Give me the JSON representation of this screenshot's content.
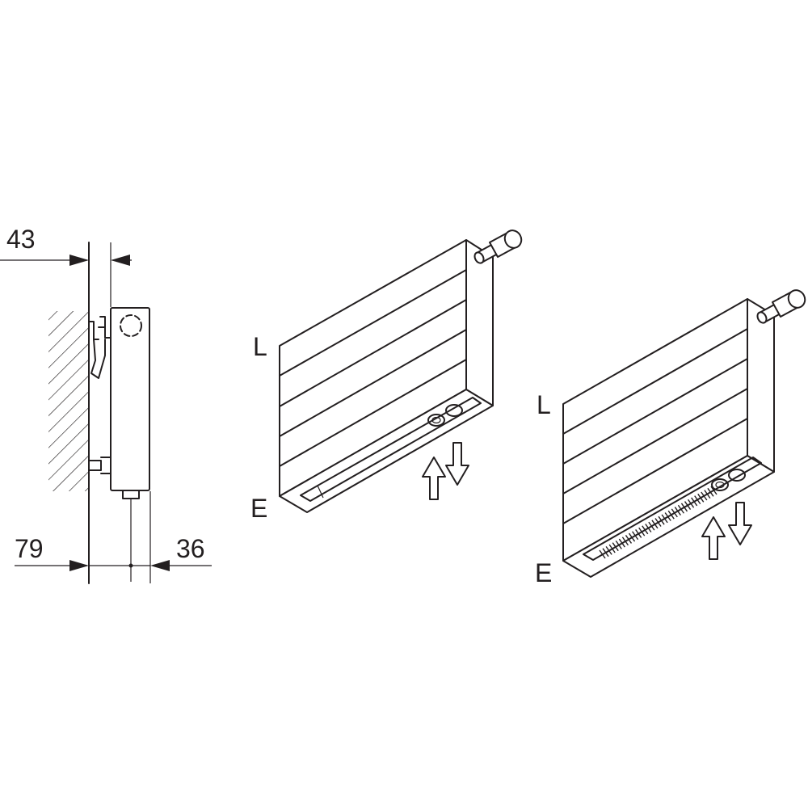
{
  "side_view": {
    "dimensions": {
      "top_depth": "43",
      "bottom_left": "79",
      "bottom_right": "36"
    }
  },
  "front_view_left": {
    "label_top": "L",
    "label_bottom": "E"
  },
  "front_view_right": {
    "label_top": "L",
    "label_bottom": "E"
  },
  "colors": {
    "line": "#231f20",
    "background": "#ffffff"
  }
}
